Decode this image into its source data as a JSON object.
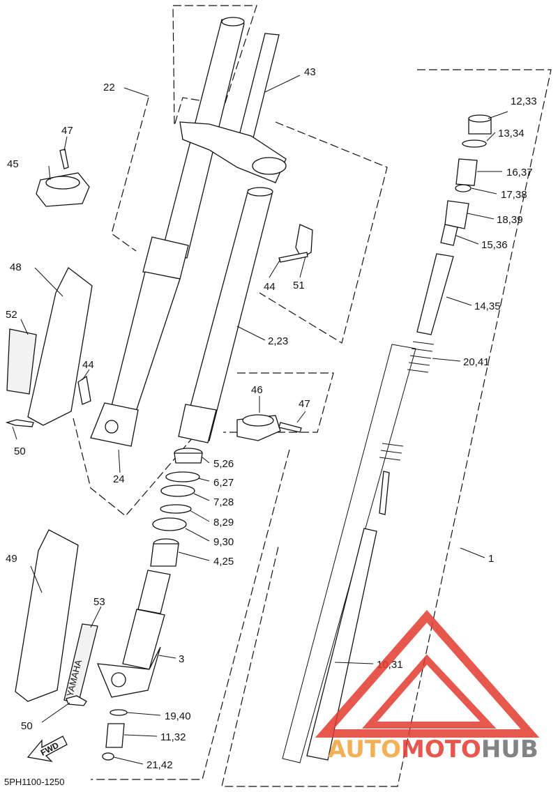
{
  "diagram": {
    "code": "5PH1100-1250",
    "fwd_label": "FWD",
    "decal_text": "YAMAHA",
    "labels": {
      "p1": "1",
      "p2_23": "2,23",
      "p3": "3",
      "p4_25": "4,25",
      "p5_26": "5,26",
      "p6_27": "6,27",
      "p7_28": "7,28",
      "p8_29": "8,29",
      "p9_30": "9,30",
      "p10_31": "10,31",
      "p11_32": "11,32",
      "p12_33": "12,33",
      "p13_34": "13,34",
      "p14_35": "14,35",
      "p15_36": "15,36",
      "p16_37": "16,37",
      "p17_38": "17,38",
      "p18_39": "18,39",
      "p19_40": "19,40",
      "p20_41": "20,41",
      "p21_42": "21,42",
      "p22": "22",
      "p24": "24",
      "p43": "43",
      "p44a": "44",
      "p44b": "44",
      "p45": "45",
      "p46": "46",
      "p47a": "47",
      "p47b": "47",
      "p48": "48",
      "p49": "49",
      "p50a": "50",
      "p50b": "50",
      "p51": "51",
      "p52": "52",
      "p53": "53"
    }
  },
  "watermark": {
    "text_part1": "AUTO",
    "text_part2": "MOTO",
    "text_part3": "HUB",
    "color_logo": "#e23b2e",
    "color_orange": "#f2a33a",
    "color_gray": "#6e6e6e"
  }
}
